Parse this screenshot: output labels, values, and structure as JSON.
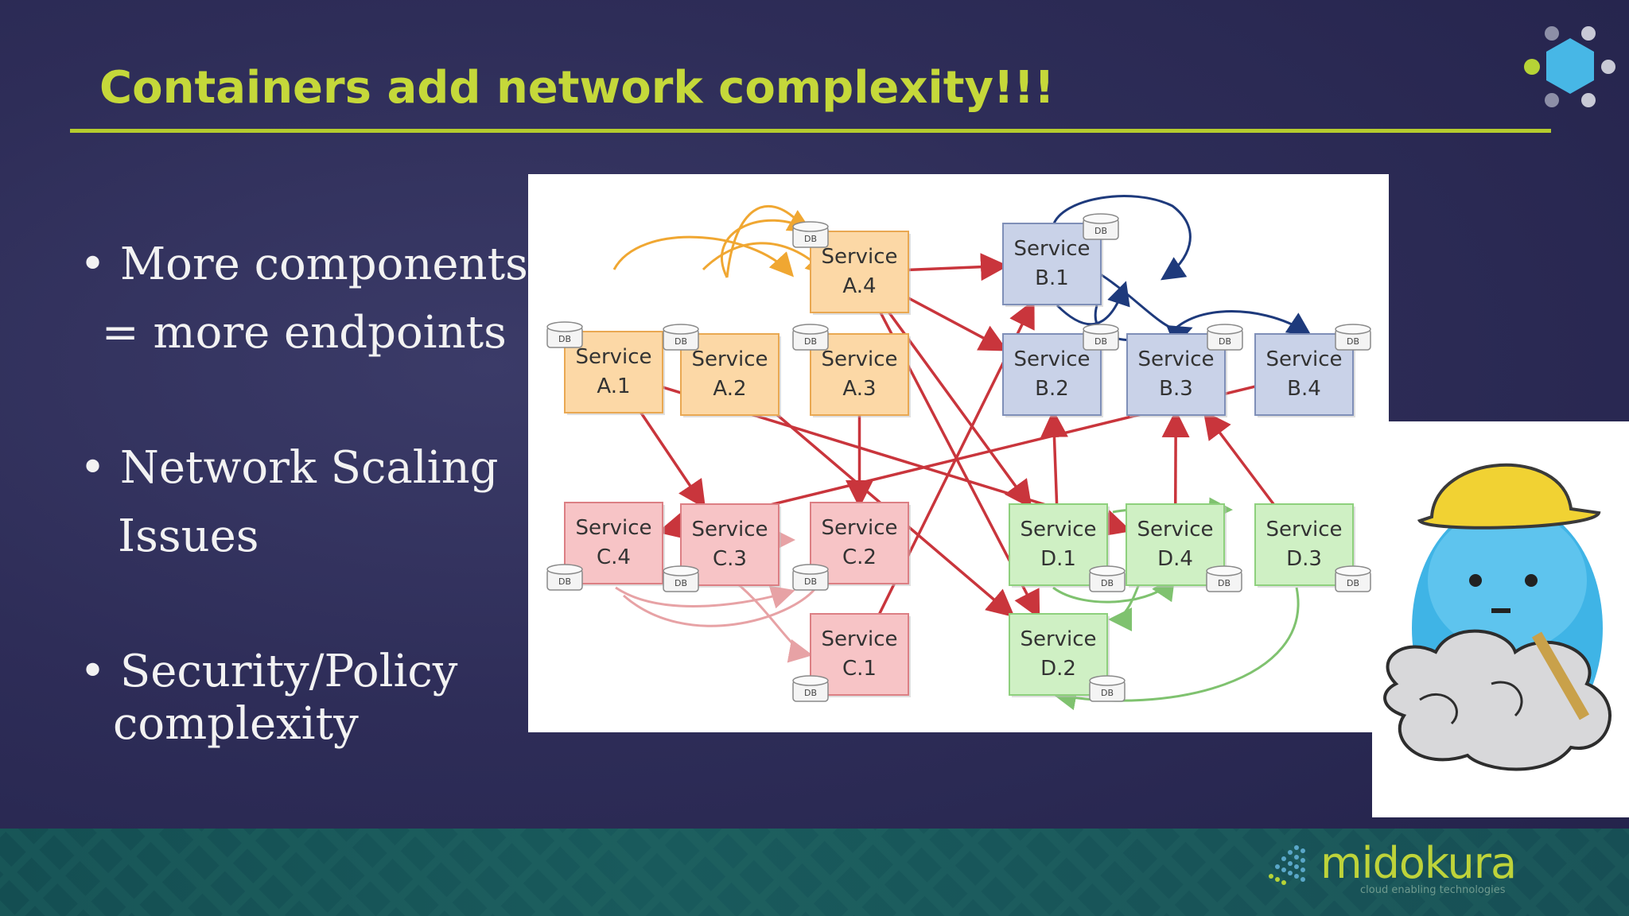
{
  "title": "Containers add network complexity!!!",
  "bullets": [
    {
      "l1": "• More components",
      "l2": " = more endpoints"
    },
    {
      "l1": "• Network Scaling",
      "l2": "Issues"
    },
    {
      "l1": "• Security/Policy",
      "l2": "complexity"
    }
  ],
  "diagram": {
    "db_label": "DB",
    "service_word": "Service",
    "services": [
      {
        "id": "A.4",
        "group": "A"
      },
      {
        "id": "A.1",
        "group": "A"
      },
      {
        "id": "A.2",
        "group": "A"
      },
      {
        "id": "A.3",
        "group": "A"
      },
      {
        "id": "B.1",
        "group": "B"
      },
      {
        "id": "B.2",
        "group": "B"
      },
      {
        "id": "B.3",
        "group": "B"
      },
      {
        "id": "B.4",
        "group": "B"
      },
      {
        "id": "C.4",
        "group": "C"
      },
      {
        "id": "C.3",
        "group": "C"
      },
      {
        "id": "C.2",
        "group": "C"
      },
      {
        "id": "C.1",
        "group": "C"
      },
      {
        "id": "D.1",
        "group": "D"
      },
      {
        "id": "D.4",
        "group": "D"
      },
      {
        "id": "D.3",
        "group": "D"
      },
      {
        "id": "D.2",
        "group": "D"
      }
    ]
  },
  "brand": {
    "name": "midokura",
    "tagline": "cloud enabling technologies"
  },
  "colors": {
    "title": "#c5d83a",
    "accent": "#b5cc2e",
    "groupA": "#fcd8a6",
    "groupB": "#c9d2e8",
    "groupC": "#f7c4c6",
    "groupD": "#cff0c4",
    "arrow": "#c9353c"
  }
}
